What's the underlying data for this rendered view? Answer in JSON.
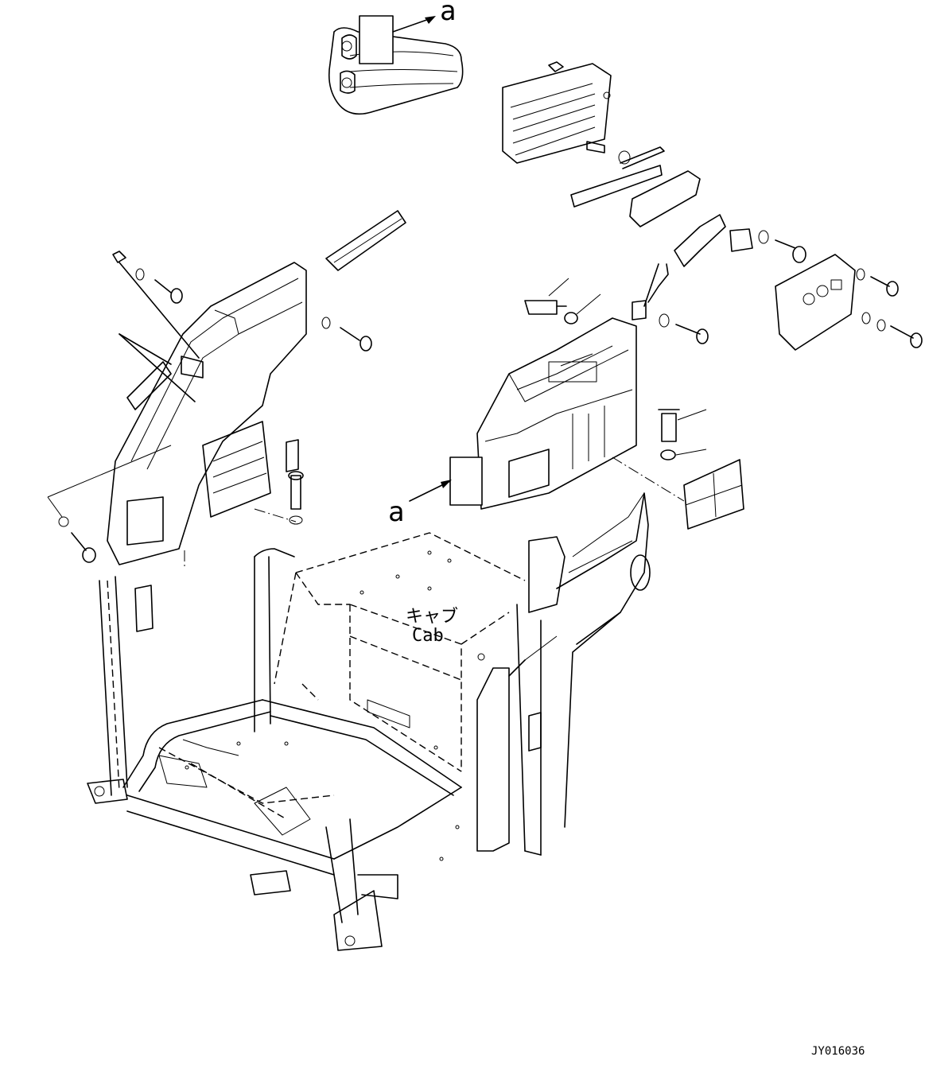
{
  "labels": {
    "ref_top": "a",
    "ref_mid": "a",
    "cab_jp": "キャブ",
    "cab_en": "Cab",
    "drawing_no": "JY016036"
  }
}
